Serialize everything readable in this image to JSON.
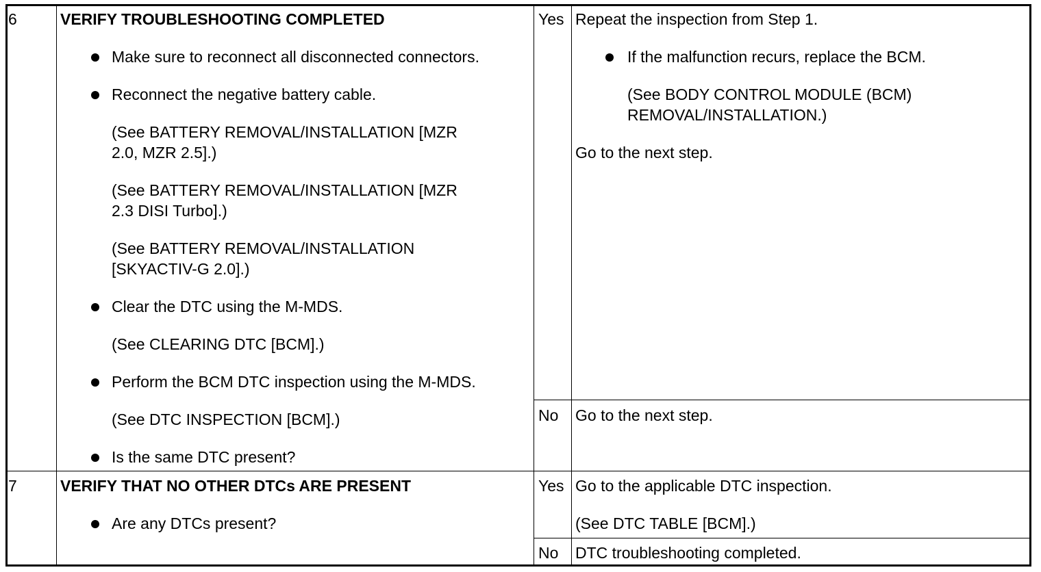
{
  "rows": [
    {
      "step": "6",
      "title": "VERIFY TROUBLESHOOTING COMPLETED",
      "items": {
        "b1": "Make sure to reconnect all disconnected connectors.",
        "b2": "Reconnect the negative battery cable.",
        "ref1_l1": "(See BATTERY REMOVAL/INSTALLATION [MZR",
        "ref1_l2": "2.0, MZR 2.5].)",
        "ref2_l1": "(See BATTERY REMOVAL/INSTALLATION [MZR",
        "ref2_l2": "2.3 DISI Turbo].)",
        "ref3_l1": "(See BATTERY REMOVAL/INSTALLATION",
        "ref3_l2": "[SKYACTIV-G 2.0].)",
        "b3": "Clear the DTC using the M-MDS.",
        "ref4": "(See CLEARING DTC [BCM].)",
        "b4": "Perform the BCM DTC inspection using the M-MDS.",
        "ref5": "(See DTC INSPECTION [BCM].)",
        "b5": "Is the same DTC present?"
      },
      "yes": {
        "label": "Yes",
        "line1": "Repeat the inspection from Step 1.",
        "bullet": "If the malfunction recurs, replace the BCM.",
        "ref_l1": "(See BODY CONTROL MODULE (BCM)",
        "ref_l2": "REMOVAL/INSTALLATION.)",
        "line2": "Go to the next step."
      },
      "no": {
        "label": "No",
        "line1": "Go to the next step."
      }
    },
    {
      "step": "7",
      "title": "VERIFY THAT NO OTHER DTCs ARE PRESENT",
      "items": {
        "b1": "Are any DTCs present?"
      },
      "yes": {
        "label": "Yes",
        "line1": "Go to the applicable DTC inspection.",
        "ref": "(See DTC TABLE [BCM].)"
      },
      "no": {
        "label": "No",
        "line1": "DTC troubleshooting completed."
      }
    }
  ]
}
